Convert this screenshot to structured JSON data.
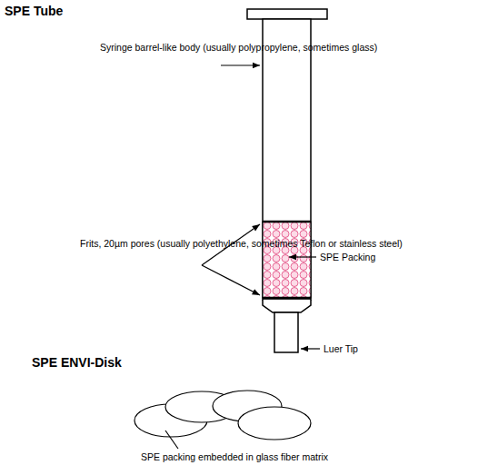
{
  "diagram": {
    "labels": [
      "SPE Tube",
      "Syringe barrel-like body (usually polypropylene, sometimes glass)",
      "Frits, 20µm pores (usually polyethylene, sometimes Teflon or stainless steel)",
      "SPE Packing",
      "Luer Tip",
      "SPE ENVI-Disk",
      "SPE packing embedded in glass fiber matrix"
    ]
  }
}
